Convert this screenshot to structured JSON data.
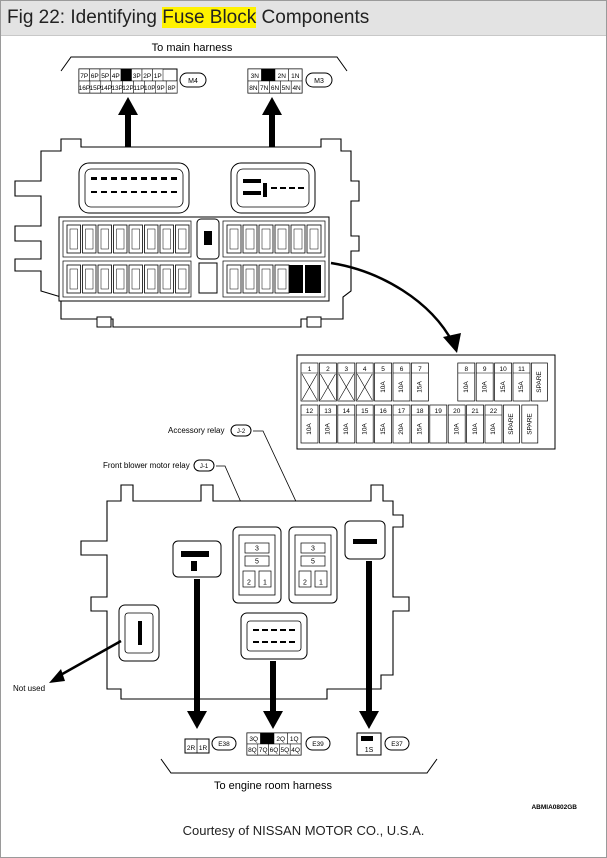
{
  "title": {
    "before": "Fig 22: Identifying ",
    "highlight": "Fuse Block",
    "after": " Components"
  },
  "labels": {
    "main_harness": "To main harness",
    "engine_harness": "To engine room harness",
    "accessory_relay": "Accessory relay",
    "front_blower_relay": "Front blower motor relay",
    "not_used": "Not used",
    "code": "ABMIA0802GB"
  },
  "connectors": {
    "m4": {
      "tag": "M4",
      "top": [
        "7P",
        "6P",
        "5P",
        "4P",
        "",
        "3P",
        "2P",
        "1P"
      ],
      "bottom": [
        "16P",
        "15P",
        "14P",
        "13P",
        "12P",
        "11P",
        "10P",
        "9P",
        "8P"
      ]
    },
    "m3": {
      "tag": "M3",
      "top": [
        "3N",
        "",
        "2N",
        "1N"
      ],
      "bottom": [
        "8N",
        "7N",
        "6N",
        "5N",
        "4N"
      ]
    },
    "e38": {
      "tag": "E38",
      "cells": [
        "2R",
        "1R"
      ]
    },
    "e39": {
      "tag": "E39",
      "top": [
        "3Q",
        "",
        "2Q",
        "1Q"
      ],
      "bottom": [
        "8Q",
        "7Q",
        "6Q",
        "5Q",
        "4Q"
      ]
    },
    "e37": {
      "tag": "E37",
      "cell": "1S"
    },
    "j2": "J-2",
    "j1": "J-1"
  },
  "relay_pins": [
    "3",
    "5",
    "2",
    "1"
  ],
  "fuse_table": {
    "row1": [
      {
        "n": "1",
        "r": "X"
      },
      {
        "n": "2",
        "r": "X"
      },
      {
        "n": "3",
        "r": "X"
      },
      {
        "n": "4",
        "r": "X"
      },
      {
        "n": "5",
        "r": "10A"
      },
      {
        "n": "6",
        "r": "10A"
      },
      {
        "n": "7",
        "r": "15A"
      },
      {
        "n": "8",
        "r": "10A"
      },
      {
        "n": "9",
        "r": "10A"
      },
      {
        "n": "10",
        "r": "15A"
      },
      {
        "n": "11",
        "r": "15A"
      },
      {
        "n": "",
        "r": "SPARE"
      }
    ],
    "row2": [
      {
        "n": "12",
        "r": "10A"
      },
      {
        "n": "13",
        "r": "10A"
      },
      {
        "n": "14",
        "r": "10A"
      },
      {
        "n": "15",
        "r": "10A"
      },
      {
        "n": "16",
        "r": "15A"
      },
      {
        "n": "17",
        "r": "20A"
      },
      {
        "n": "18",
        "r": "15A"
      },
      {
        "n": "19",
        "r": ""
      },
      {
        "n": "20",
        "r": "10A"
      },
      {
        "n": "21",
        "r": "10A"
      },
      {
        "n": "22",
        "r": "10A"
      },
      {
        "n": "",
        "r": "SPARE"
      },
      {
        "n": "",
        "r": "SPARE"
      }
    ]
  },
  "credit": "Courtesy of NISSAN MOTOR CO., U.S.A."
}
